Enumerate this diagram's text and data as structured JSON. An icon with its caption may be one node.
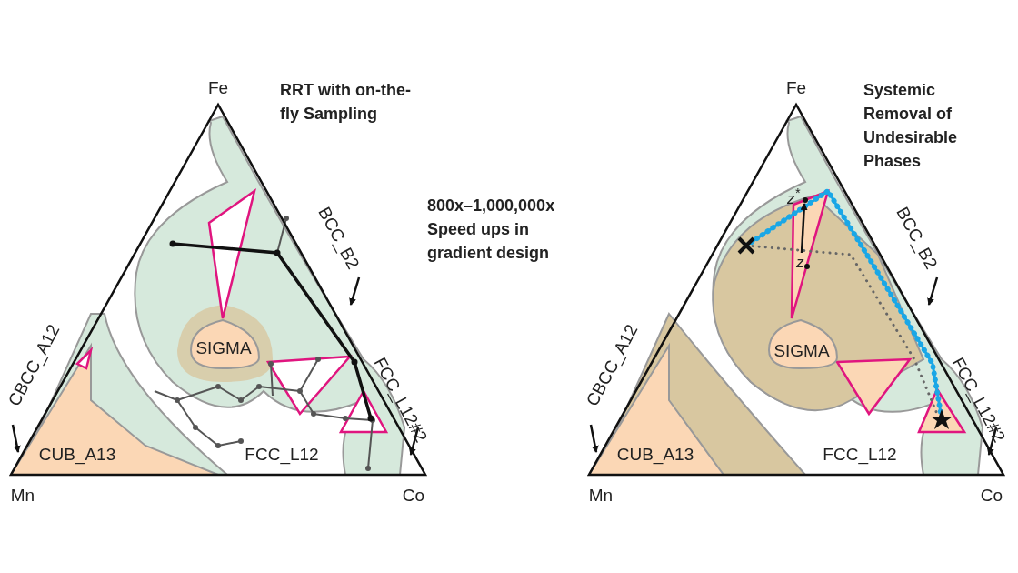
{
  "diagram": {
    "nodes": [
      {
        "text": [
          "z"
        ]
      },
      {
        "text": [
          "z$^{*}$"
        ]
      }
    ],
    "edges": [
      {
        "from": 0,
        "to": 1,
        "arrow": "to"
      }
    ],
    "labels": [
      "Fe",
      "RRT with on-the-fly Sampling",
      "BCC_B2",
      "800x–1,000,000x Speed ups in gradient design",
      "CBCC_A12",
      "SIGMA",
      "FCC_L12#2",
      "CUB_A13",
      "FCC_L12",
      "Mn",
      "Co",
      "Fe",
      "Systemic Removal of Undesirable Phases",
      "BCC_B2",
      "SIGMA",
      "CBCC_A12",
      "FCC_L12#2",
      "CUB_A13",
      "FCC_L12",
      "Mn",
      "Co"
    ]
  }
}
